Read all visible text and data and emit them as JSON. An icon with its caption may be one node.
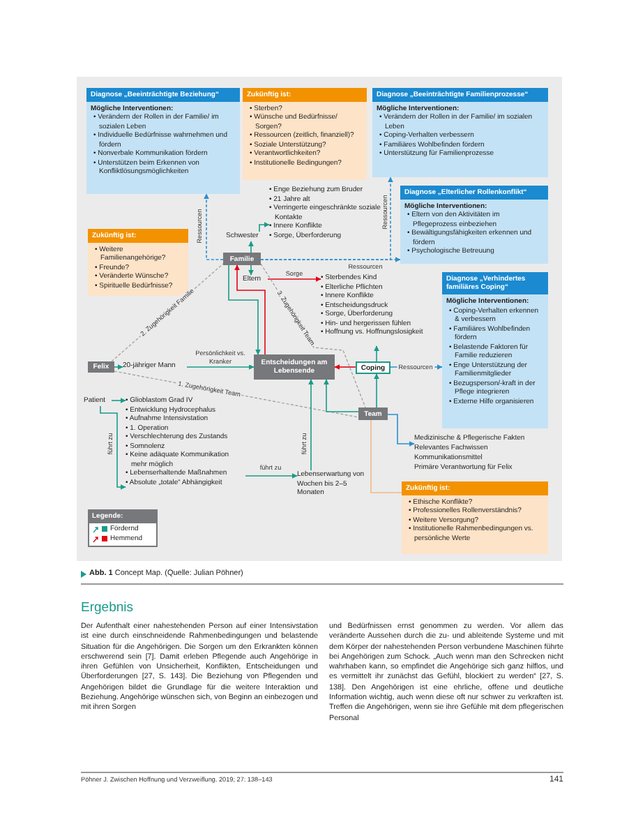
{
  "diagram": {
    "caption": "**Abb. 1** Concept Map. (Quelle: Julian Pöhner)",
    "nodes": [
      {
        "text": [
          "Diagnose „Beeinträchtigte Beziehung“",
          "Mögliche Interventionen:",
          "• Verändern der Rollen in der Familie/ im sozialen Leben",
          "• Individuelle Bedürfnisse wahrnehmen und fördern",
          "• Nonverbale Kommunikation fördern",
          "• Unterstützen beim Erkennen von Konfliktlösungsmöglichkeiten"
        ]
      },
      {
        "text": [
          "Zukünftig ist:",
          "• Sterben?",
          "• Wünsche und Bedürfnisse/ Sorgen?",
          "• Ressourcen (zeitlich, finanziell)?",
          "• Soziale Unterstützung?",
          "• Verantwortlichkeiten?",
          "• Institutionelle Bedingungen?"
        ]
      },
      {
        "text": [
          "Diagnose „Beeinträchtigte Familienprozesse“",
          "Mögliche Interventionen:",
          "• Verändern der Rollen in der Familie/ im sozialen Leben",
          "• Coping-Verhalten verbessern",
          "• Familiäres Wohlbefinden fördern",
          "• Unterstützung für Familienprozesse"
        ]
      },
      {
        "text": [
          "Diagnose „Elterlicher Rollenkonflikt“",
          "Mögliche Interventionen:",
          "• Eltern von den Aktivitäten im Pflegeprozess einbeziehen",
          "• Bewältigungsfähigkeiten erkennen und fördern",
          "• Psychologische Betreuung"
        ]
      },
      {
        "text": [
          "Zukünftig ist:",
          "• Weitere Familienangehörige?",
          "• Freunde?",
          "• Veränderte Wünsche?",
          "• Spirituelle Bedürfnisse?"
        ]
      },
      {
        "text": [
          "• Enge Beziehung zum Bruder",
          "• 21 Jahre alt",
          "• Verringerte eingeschränkte soziale Kontakte",
          "• Innere Konflikte",
          "• Sorge, Überforderung"
        ]
      },
      {
        "text": [
          "Schwester"
        ]
      },
      {
        "text": [
          "Familie"
        ]
      },
      {
        "text": [
          "Eltern"
        ]
      },
      {
        "text": [
          "• Sterbendes Kind",
          "• Elterliche Pflichten",
          "• Innere Konflikte",
          "• Entscheidungsdruck",
          "• Sorge, Überforderung",
          "• Hin- und hergerissen fühlen",
          "• Hoffnung vs. Hoffnungslosigkeit"
        ]
      },
      {
        "text": [
          "Diagnose „Verhindertes familiäres Coping“",
          "Mögliche Interventionen:",
          "• Coping-Verhalten erkennen & verbessern",
          "• Familiäres Wohlbefinden fördern",
          "• Belastende Faktoren für Familie reduzieren",
          "• Enge Unterstützung der Familienmitglieder",
          "• Bezugsperson/-kraft in der Pflege integrieren",
          "• Externe Hilfe organisieren"
        ]
      },
      {
        "text": [
          "Felix"
        ]
      },
      {
        "text": [
          "20-jähriger Mann"
        ]
      },
      {
        "text": [
          "Entscheidungen am Lebensende"
        ]
      },
      {
        "text": [
          "Coping"
        ]
      },
      {
        "text": [
          "Patient"
        ]
      },
      {
        "text": [
          "• Glioblastom Grad IV",
          "• Entwicklung Hydrocephalus",
          "• Aufnahme Intensivstation",
          "• 1. Operation",
          "• Verschlechterung des Zustands",
          "• Somnolenz",
          "• Keine adäquate Kommunikation mehr möglich",
          "• Lebenserhaltende Maßnahmen",
          "• Absolute „totale“ Abhängigkeit"
        ]
      },
      {
        "text": [
          "Team"
        ]
      },
      {
        "text": [
          "Medizinische & Pflegerische Fakten",
          "Relevantes Fachwissen",
          "Kommunikationsmittel",
          "Primäre Verantwortung für Felix"
        ]
      },
      {
        "text": [
          "Lebenserwartung von Wochen bis 2–5 Monaten"
        ]
      },
      {
        "text": [
          "Zukünftig ist:",
          "• Ethische Konflikte?",
          "• Professionelles Rollenverständnis?",
          "• Weitere Versorgung?",
          "• Institutionelle Rahmenbedingungen vs. persönliche Werte"
        ]
      }
    ],
    "edges": [
      {
        "from": 7,
        "to": 0,
        "arrow": "to",
        "label": "Ressourcen",
        "style": "dashed",
        "color": "#2a8fd0"
      },
      {
        "from": 7,
        "to": 6,
        "arrow": "to"
      },
      {
        "from": 6,
        "to": 5,
        "arrow": "to"
      },
      {
        "from": 7,
        "to": 8,
        "arrow": "to"
      },
      {
        "from": 8,
        "to": 9,
        "arrow": "to",
        "label": "Sorge",
        "color": "#e30613"
      },
      {
        "from": 7,
        "to": 2,
        "arrow": "to",
        "label": "Ressourcen",
        "style": "dashed",
        "color": "#2a8fd0"
      },
      {
        "from": 7,
        "to": 3,
        "arrow": "to",
        "label": "Ressourcen",
        "style": "dashed",
        "color": "#2a8fd0"
      },
      {
        "from": 7,
        "to": 13,
        "arrow": "to"
      },
      {
        "from": 13,
        "to": 7,
        "arrow": "to",
        "color": "#e30613"
      },
      {
        "from": 11,
        "to": 12,
        "arrow": "to"
      },
      {
        "from": 12,
        "to": 13,
        "arrow": "to",
        "label": "Persönlichkeit vs. Kranker"
      },
      {
        "from": 11,
        "to": 7,
        "arrow": "none",
        "label": "2. Zugehörigkeit Familie",
        "style": "dashed",
        "color": "#9a9a9a"
      },
      {
        "from": 7,
        "to": 17,
        "arrow": "none",
        "label": "3. Zugehörigkeit Team",
        "style": "dashed",
        "color": "#9a9a9a"
      },
      {
        "from": 11,
        "to": 17,
        "arrow": "none",
        "label": "1. Zugehörigkeit Team",
        "style": "dashed",
        "color": "#9a9a9a"
      },
      {
        "from": 15,
        "to": 16,
        "arrow": "to",
        "label": "führt zu"
      },
      {
        "from": 15,
        "to": 16,
        "arrow": "to"
      },
      {
        "from": 16,
        "to": 19,
        "arrow": "to",
        "label": "führt zu"
      },
      {
        "from": 19,
        "to": 13,
        "arrow": "to",
        "label": "führt zu"
      },
      {
        "from": 14,
        "to": 13,
        "arrow": "to",
        "color": "#e30613"
      },
      {
        "from": 14,
        "to": 10,
        "arrow": "to",
        "label": "Ressourcen",
        "color": "#2a8fd0"
      },
      {
        "from": 17,
        "to": 13,
        "arrow": "to"
      },
      {
        "from": 17,
        "to": 14,
        "arrow": "to"
      },
      {
        "from": 14,
        "to": 9,
        "arrow": "to"
      },
      {
        "from": 17,
        "to": 18,
        "arrow": "to",
        "color": "#2a8fd0"
      },
      {
        "from": 17,
        "to": 20,
        "arrow": "none",
        "color": "#f3b98a"
      }
    ],
    "labels": [
      "Legende:",
      "Ergebnis",
      "Der Aufenthalt einer nahestehenden Person auf einer Intensivstation ist eine durch einschneidende Rahmenbedingungen und belastende Situation für die Angehörigen. Die Sorgen um den Erkrankten können erschwerend sein [7]. Damit erleben Pflegende auch Angehörige in ihren Gefühlen von Unsicherheit, Konflikten, Entscheidungen und Überforderungen [27, S. 143]. Die Beziehung von Pflegenden und Angehörigen bildet die Grundlage für die weitere Interaktion und Beziehung. Angehörige wünschen sich, von Beginn an einbezogen und mit ihren Sorgen",
      "und Bedürfnissen ernst genommen zu werden. Vor allem das veränderte Aussehen durch die zu- und ableitende Systeme und mit dem Körper der nahestehenden Person verbundene Maschinen führte bei Angehörigen zum Schock. „Auch wenn man den Schrecken nicht wahrhaben kann, so empfindet die Angehörige sich ganz hilflos, und es vermittelt ihr zunächst das Gefühl, blockiert zu werden“ [27, S. 138]. Den Angehörigen ist eine ehrliche, offene und deutliche Information wichtig, auch wenn diese oft nur schwer zu verkraften ist. Treffen die Angehörigen, wenn sie ihre Gefühle mit dem pflegerischen Personal",
      "Pöhner J. Zwischen Hoffnung und Verzweiflung. 2019; 27: 138–143",
      "141"
    ],
    "legend": [
      {
        "text": "Fördernd",
        "color": "#1a9b8a"
      },
      {
        "text": "Hemmend",
        "color": "#e30613"
      }
    ]
  }
}
